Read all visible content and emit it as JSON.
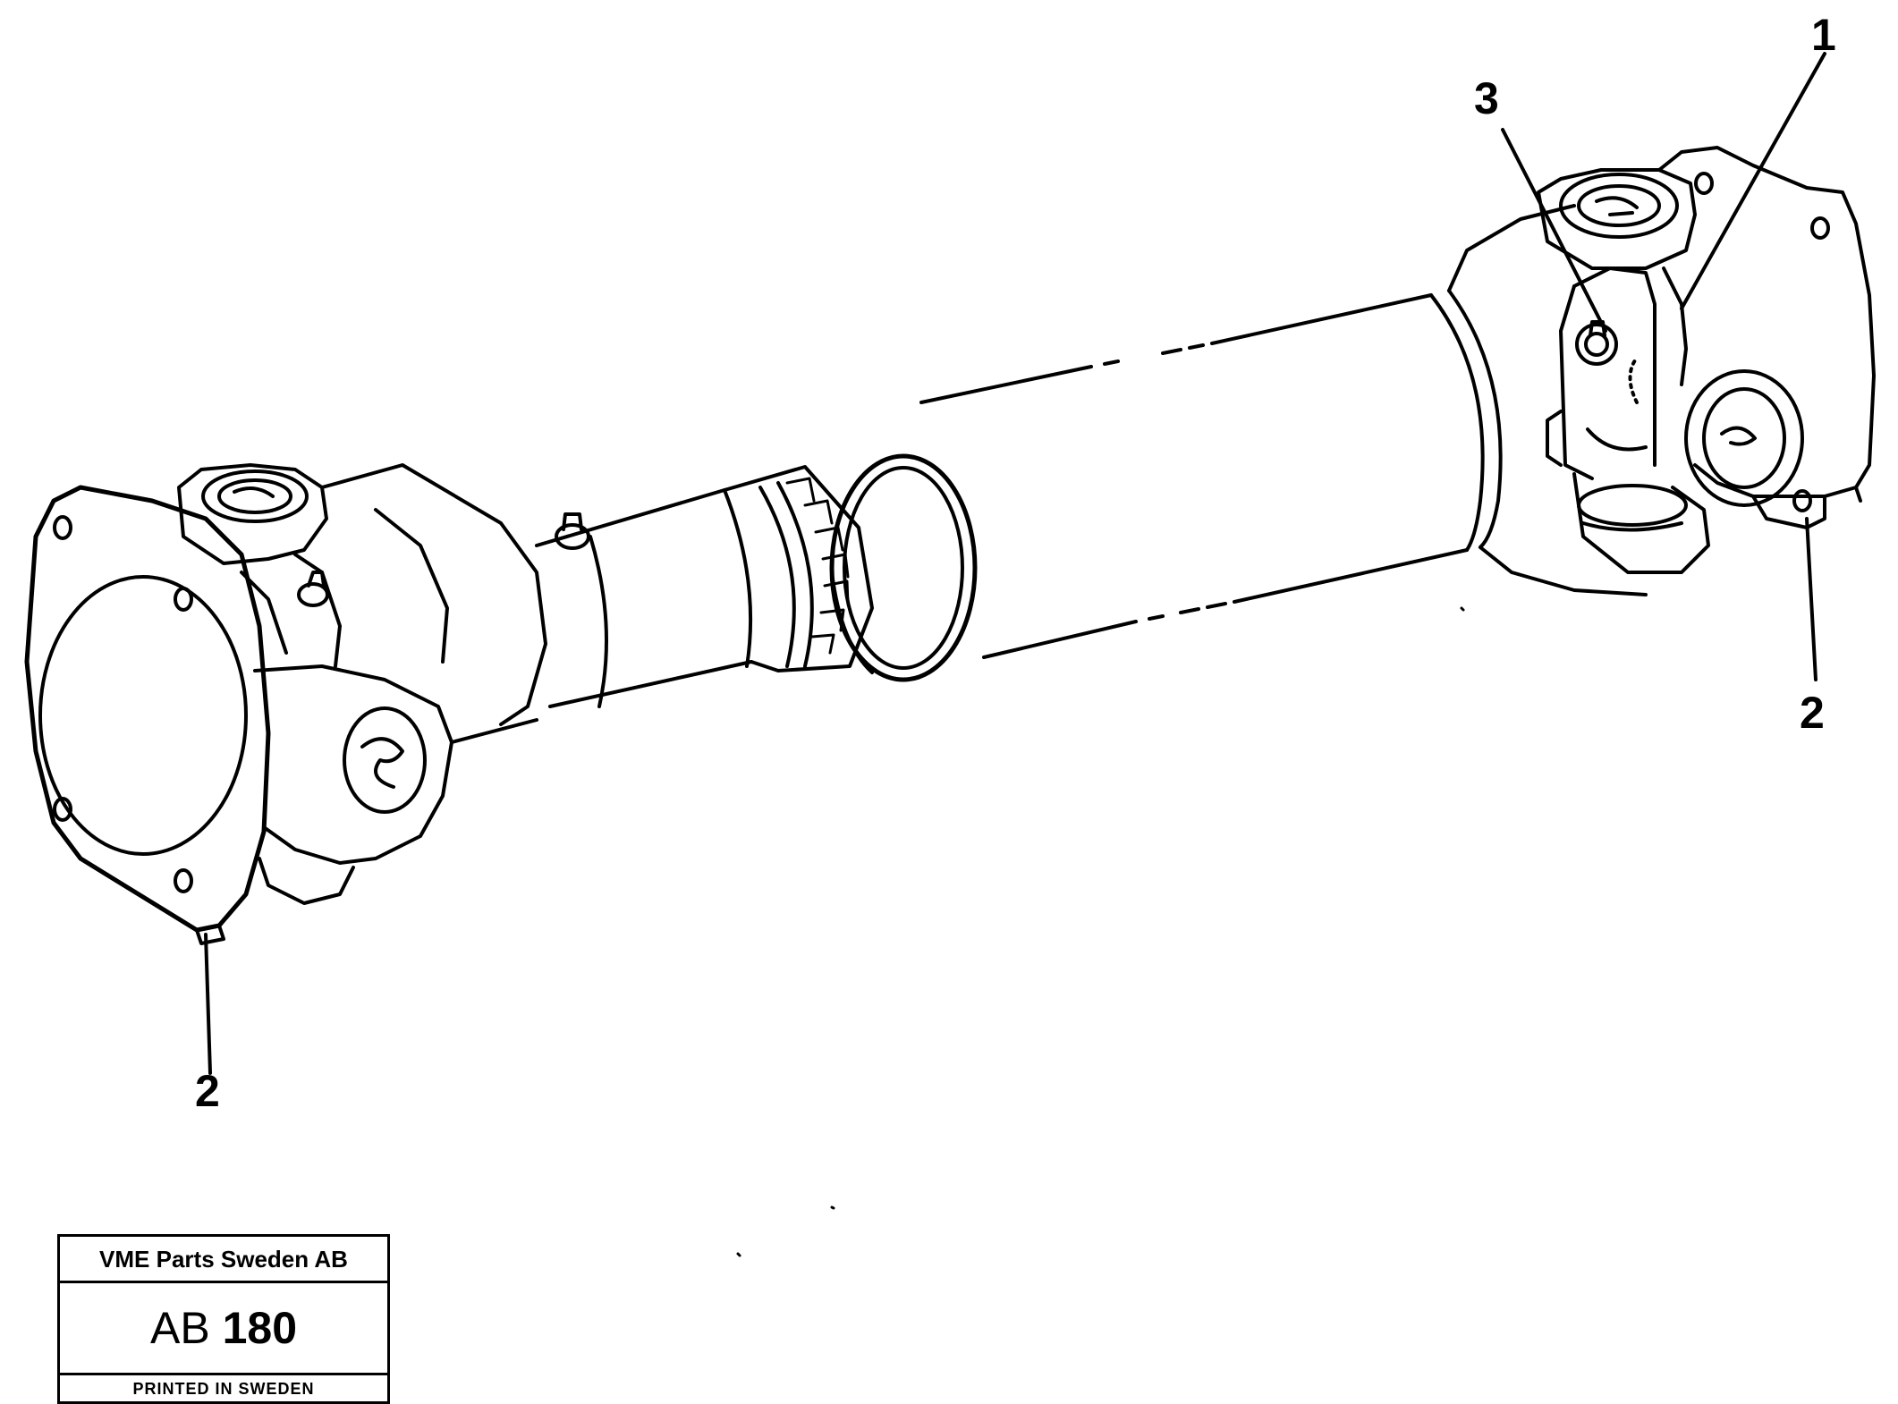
{
  "callouts": {
    "part_1": "1",
    "part_2_left": "2",
    "part_2_right": "2",
    "part_3": "3"
  },
  "stamp": {
    "company": "VME Parts Sweden AB",
    "code_prefix": "AB",
    "code_number": "180",
    "printed": "PRINTED IN SWEDEN"
  },
  "colors": {
    "line": "#000000",
    "background": "#ffffff"
  }
}
